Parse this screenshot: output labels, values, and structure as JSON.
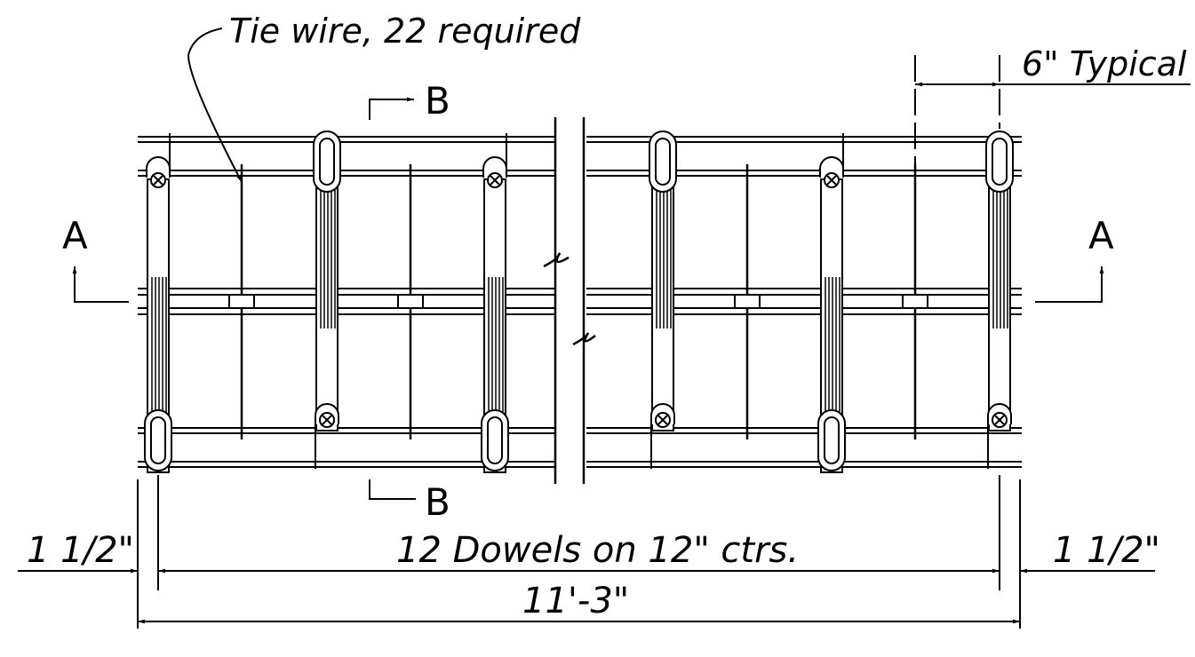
{
  "labels": {
    "tie_wire": "Tie wire, 22 required",
    "typical": "6\" Typical",
    "dowels": "12 Dowels on 12\" ctrs.",
    "overall": "11'-3\"",
    "edge_left": "1 1/2\"",
    "edge_right": "1 1/2\""
  },
  "section_marks": {
    "a_left": "A",
    "a_right": "A",
    "b_top": "B",
    "b_bottom": "B"
  },
  "colors": {
    "ink": "#000000",
    "paper": "#ffffff"
  }
}
